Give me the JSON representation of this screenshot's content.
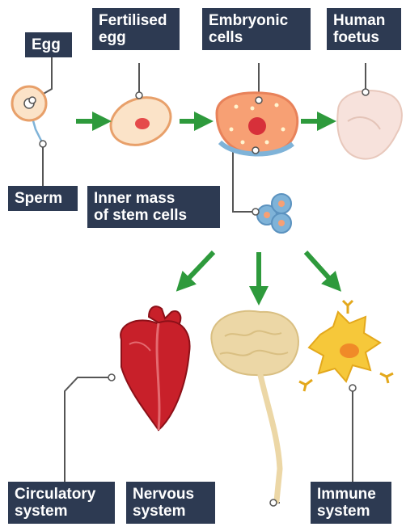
{
  "labels": {
    "egg": "Egg",
    "fertilised_egg": "Fertilised\negg",
    "embryonic_cells": "Embryonic\ncells",
    "human_foetus": "Human\nfoetus",
    "sperm": "Sperm",
    "inner_mass": "Inner mass\nof stem cells",
    "circulatory_system": "Circulatory\nsystem",
    "nervous_system": "Nervous\nsystem",
    "immune_system": "Immune\nsystem"
  },
  "colors": {
    "label_bg": "#2d3a52",
    "line": "#555555",
    "arrow_green": "#2e9a3c",
    "egg_fill": "#fbe3c8",
    "egg_stroke": "#e8a06a",
    "nucleus": "#e54a4a",
    "embryo_fill": "#f7a074",
    "heart": "#c8202a",
    "brain": "#ecd7a6",
    "immune_cell": "#f6c83a",
    "stem_cells": "#7fb3d8"
  }
}
